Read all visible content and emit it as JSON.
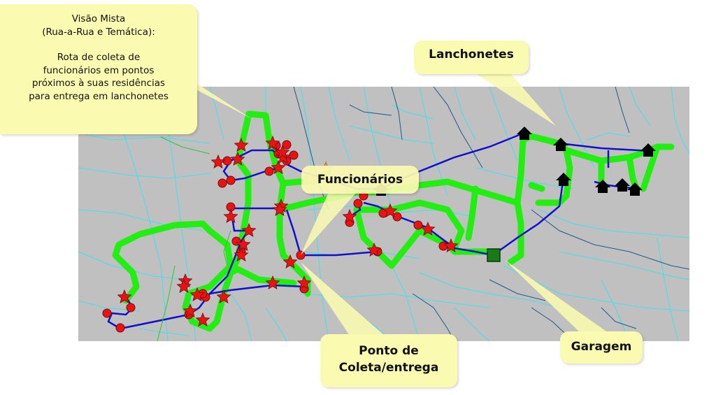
{
  "callouts": {
    "title_lines": [
      "Visão Mista",
      "(Rua-a-Rua e Temática):",
      "",
      "Rota  de coleta de",
      "funcionários em pontos",
      "próximos à suas residências",
      "para entrega em lanchonetes"
    ],
    "lanchonetes": "Lanchonetes",
    "funcionarios": "Funcionários",
    "ponto_line1": "Ponto de",
    "ponto_line2": "Coleta/entrega",
    "garagem": "Garagem"
  },
  "legend_colors": {
    "map_background": "#c0c0c0",
    "street_lines": "#40e0f0",
    "district_lines": "#1a5a8a",
    "walking_route": "#22ee11",
    "vehicle_route": "#1010cc",
    "employee_marker": "#ee1111",
    "snack_bar_marker": "#000000",
    "garage_marker": "#1a7a1a",
    "callout_fill": "#fafab0"
  },
  "markers": {
    "employees_count_visible": 30,
    "pickup_points_count_visible": 28,
    "snack_bars_count_visible": 8,
    "garage_count_visible": 1
  }
}
